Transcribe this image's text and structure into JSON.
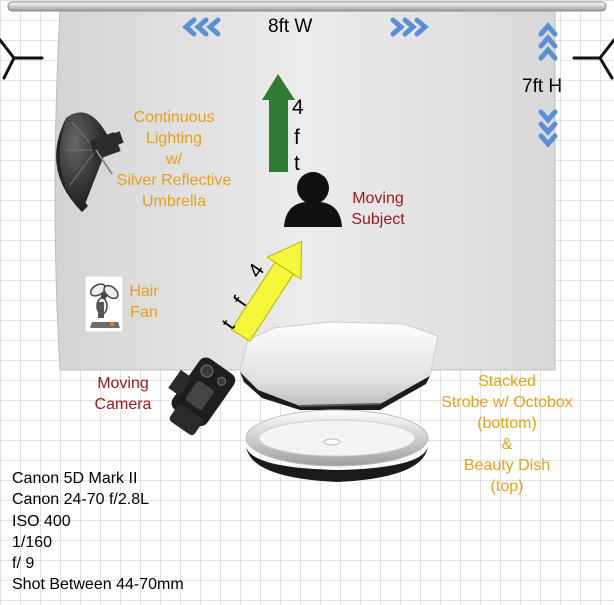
{
  "backdrop": {
    "width_label": "8ft W",
    "height_label": "7ft H"
  },
  "subject_arrow_text": [
    "4",
    "f",
    "t"
  ],
  "camera_arrow_text": [
    "4",
    "f",
    "t"
  ],
  "labels": {
    "continuous_lighting": [
      "Continuous",
      "Lighting",
      "w/",
      "Silver Reflective",
      "Umbrella"
    ],
    "moving_subject": [
      "Moving",
      "Subject"
    ],
    "hair_fan": [
      "Hair",
      "Fan"
    ],
    "moving_camera": [
      "Moving",
      "Camera"
    ],
    "strobe": [
      "Stacked",
      "Strobe w/ Octobox",
      "(bottom)",
      "&",
      "Beauty Dish",
      "(top)"
    ]
  },
  "specs": [
    "Canon 5D Mark II",
    "Canon 24-70 f/2.8L",
    "ISO 400",
    "1/160",
    "f/ 9",
    "Shot Between 44-70mm"
  ],
  "colors": {
    "orange_text": "#e8a019",
    "red_text": "#a0171a",
    "green_arrow": "#2e7d32",
    "yellow_arrow": "#f5f53a",
    "blue_chevrons": "#5a8fd6",
    "backdrop": "#e6e6e6"
  }
}
